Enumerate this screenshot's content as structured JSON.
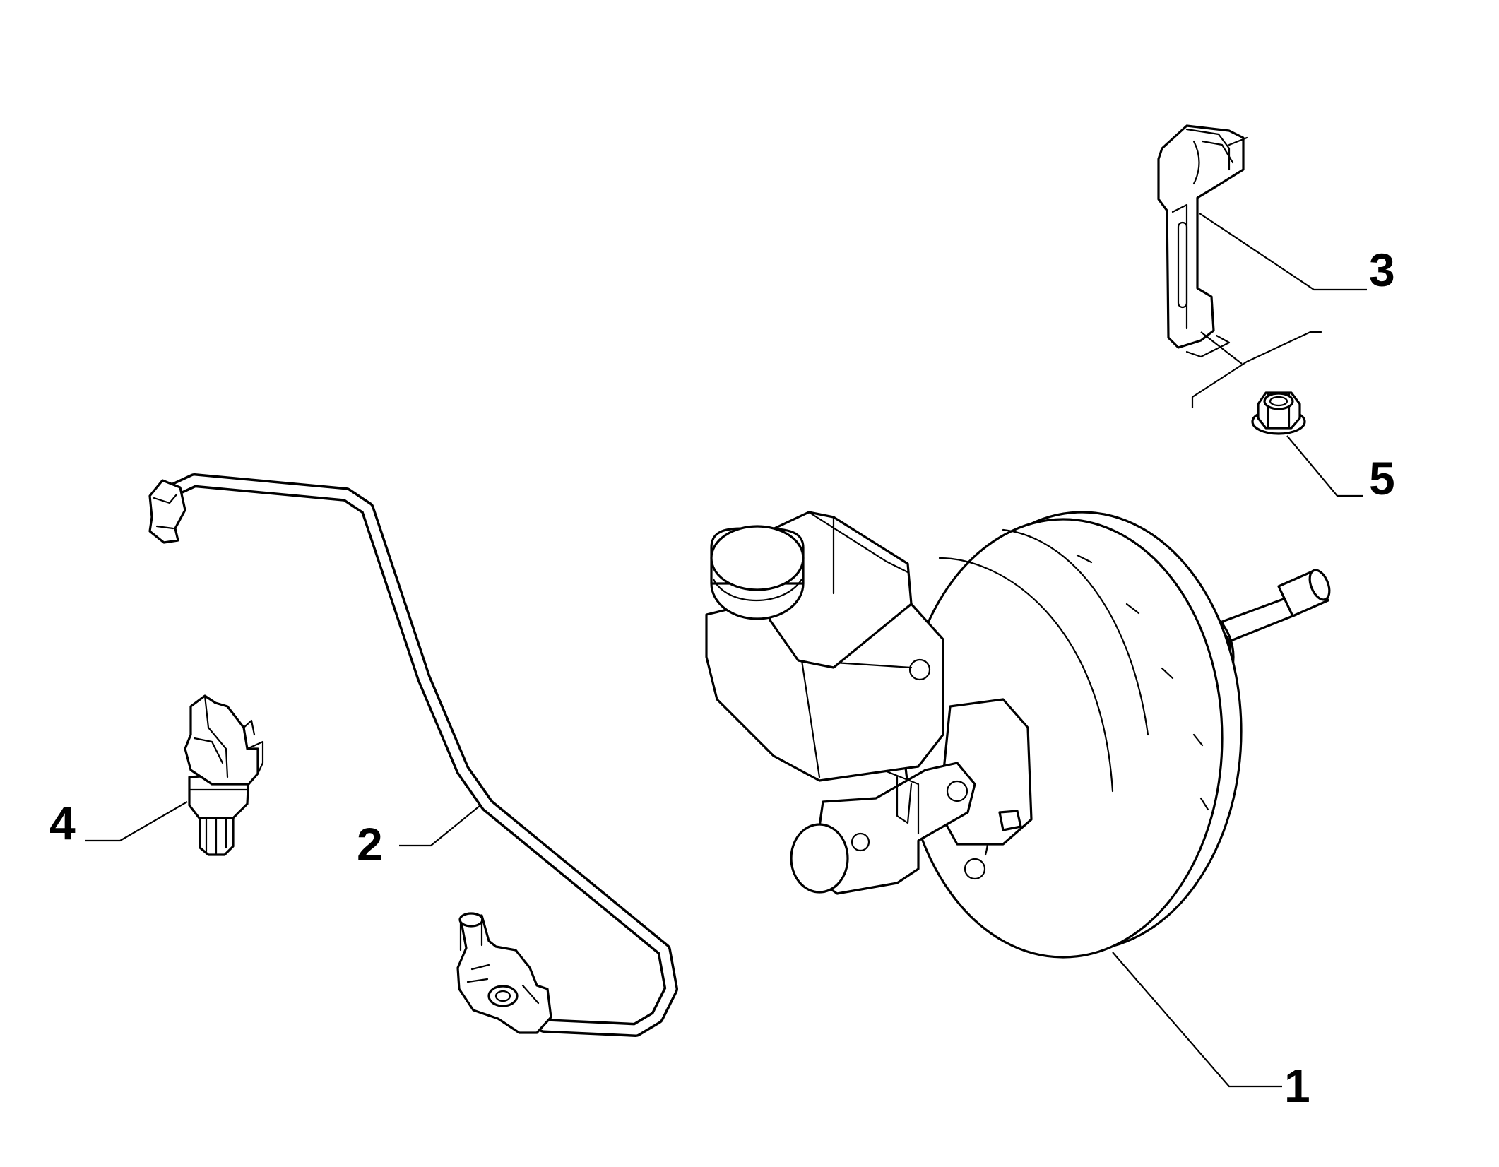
{
  "diagram": {
    "callouts": [
      {
        "number": "1",
        "part": "brake-servo-with-master-cylinder"
      },
      {
        "number": "2",
        "part": "vacuum-hose"
      },
      {
        "number": "3",
        "part": "bracket"
      },
      {
        "number": "4",
        "part": "hose-clip"
      },
      {
        "number": "5",
        "part": "flange-nut"
      }
    ],
    "colors": {
      "line": "#000000",
      "background": "#ffffff"
    }
  }
}
